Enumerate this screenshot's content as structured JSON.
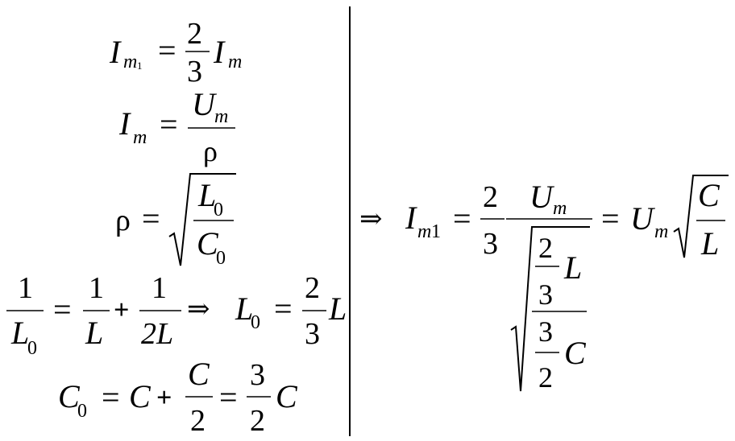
{
  "equations": {
    "eq1": {
      "lhs": "I",
      "lhs_sub": "m",
      "lhs_sub_index": "1",
      "eq": "=",
      "num": "2",
      "den": "3",
      "rhs": "I",
      "rhs_sub": "m"
    },
    "eq2": {
      "lhs": "I",
      "lhs_sub": "m",
      "eq": "=",
      "num": "U",
      "num_sub": "m",
      "den": "ρ"
    },
    "eq3": {
      "lhs": "ρ",
      "eq": "=",
      "num": "L",
      "num_sub": "0",
      "den": "C",
      "den_sub": "0"
    },
    "eq4": {
      "f1_num": "1",
      "f1_den": "L",
      "f1_den_sub": "0",
      "eq": "=",
      "f2_num": "1",
      "f2_den": "L",
      "plus": "+",
      "f3_num": "1",
      "f3_den": "2L",
      "implies": "⇒",
      "lhs2": "L",
      "lhs2_sub": "0",
      "eq2": "=",
      "f4_num": "2",
      "f4_den": "3",
      "rhs2": "L"
    },
    "eq5": {
      "lhs": "C",
      "lhs_sub": "0",
      "eq": "=",
      "term1": "C",
      "plus": "+",
      "f1_num": "C",
      "f1_den": "2",
      "eq2": "=",
      "f2_num": "3",
      "f2_den": "2",
      "term2": "C"
    },
    "result": {
      "implies": "⇒",
      "lhs": "I",
      "lhs_sub": "m",
      "lhs_sub_index": "1",
      "eq": "=",
      "coef_num": "2",
      "coef_den": "3",
      "U": "U",
      "U_sub": "m",
      "inner_num_num": "2",
      "inner_num_den": "3",
      "inner_num_var": "L",
      "inner_den_num": "3",
      "inner_den_den": "2",
      "inner_den_var": "C",
      "eq2": "=",
      "U2": "U",
      "U2_sub": "m",
      "sq_num": "C",
      "sq_den": "L"
    }
  }
}
